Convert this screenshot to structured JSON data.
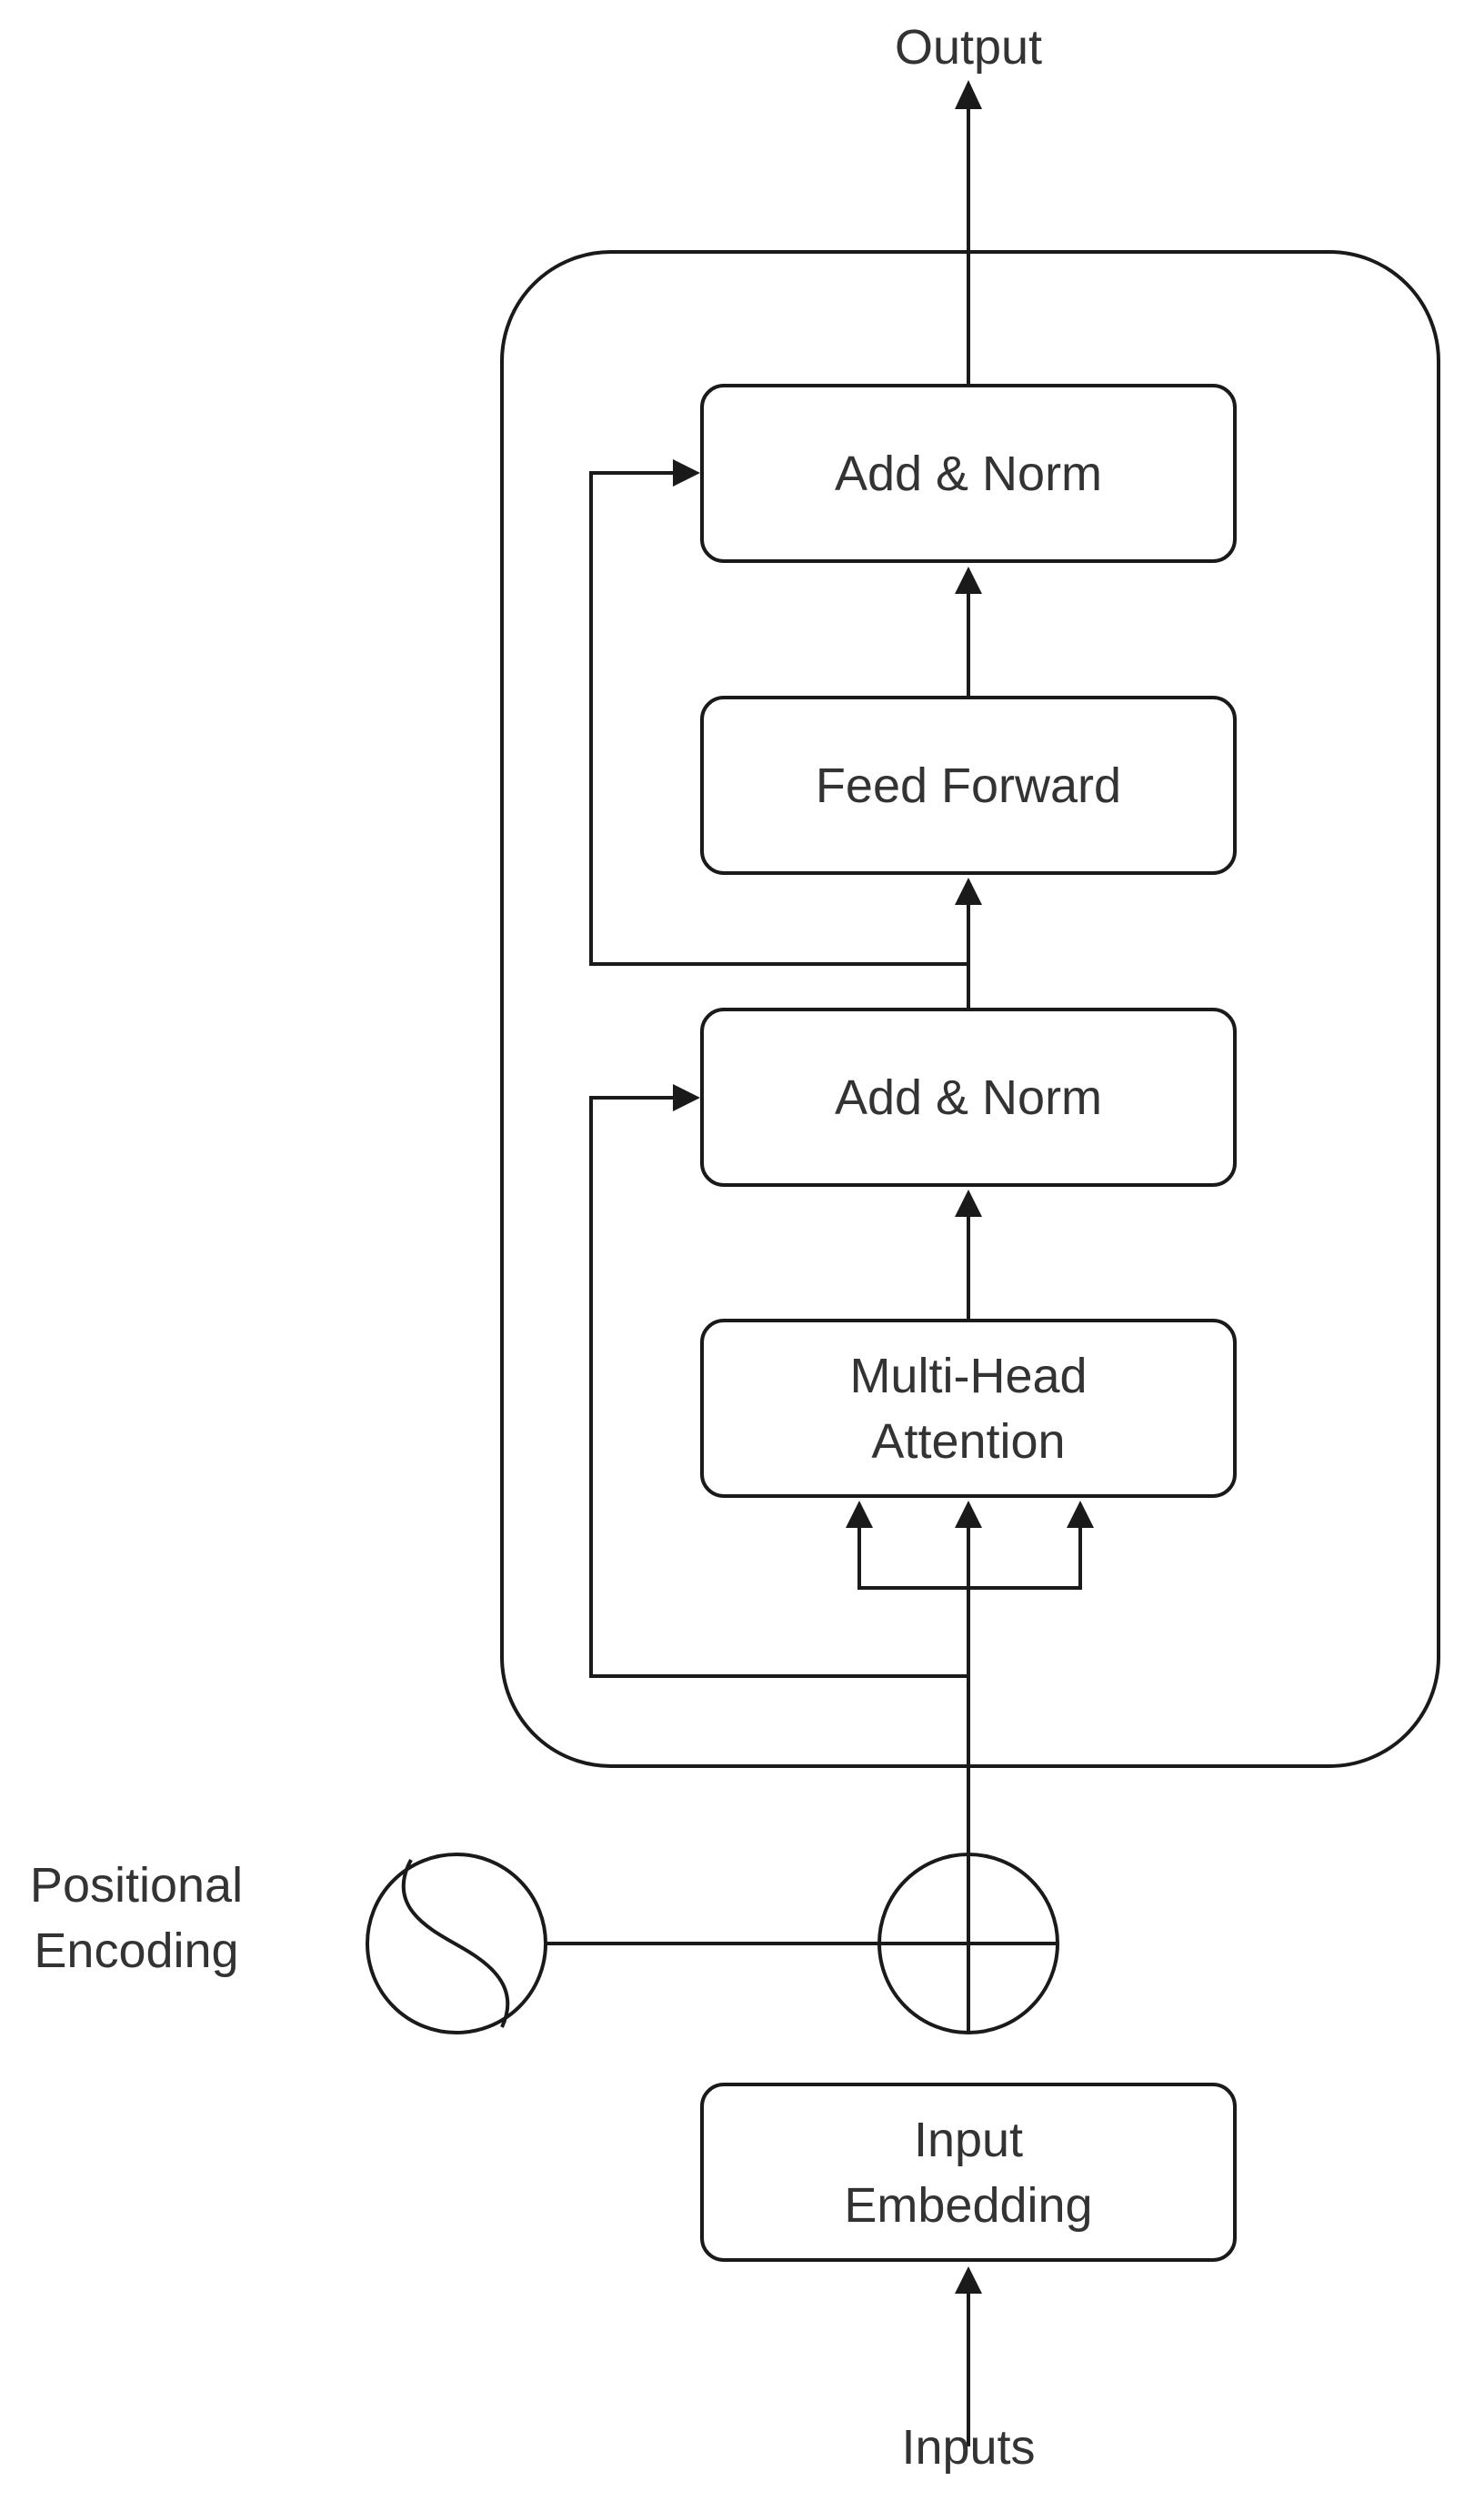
{
  "labels": {
    "output": "Output",
    "inputs": "Inputs",
    "positional_encoding_line1": "Positional",
    "positional_encoding_line2": "Encoding"
  },
  "blocks": {
    "add_norm_top": "Add & Norm",
    "feed_forward": "Feed Forward",
    "add_norm_bottom": "Add & Norm",
    "attention_line1": "Multi-Head",
    "attention_line2": "Attention",
    "embedding_line1": "Input",
    "embedding_line2": "Embedding"
  },
  "colors": {
    "stroke": "#1a1a1a",
    "text": "#333333",
    "background": "#ffffff"
  }
}
